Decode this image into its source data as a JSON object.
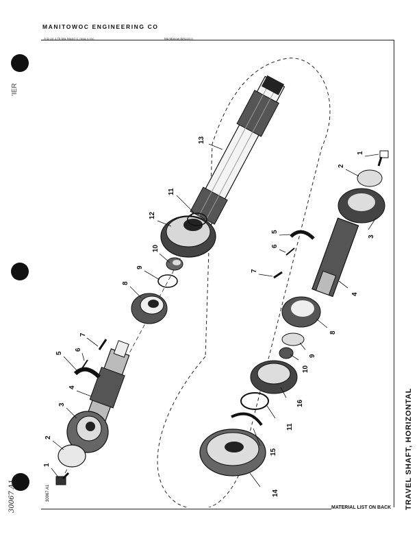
{
  "header": {
    "company": "MANITOWOC ENGINEERING CO",
    "subline_left": "A D   on  1 fh  Ma  Manit C  mpa  y  Inc",
    "subline_right": "Ma  Manow   Wiscon  n"
  },
  "title": "TRAVEL SHAFT, HORIZONTAL",
  "footer": {
    "material_note": "MATERIAL LIST ON BACK"
  },
  "plate_number": "30067 A1",
  "handwritten_number": "30067 A1",
  "margin_mark": "'IER",
  "part_labels": {
    "left_1": "1",
    "left_2": "2",
    "left_3": "3",
    "left_4": "4",
    "left_5": "5",
    "left_6": "6",
    "left_7": "7",
    "left_8": "8",
    "left_9": "9",
    "left_10": "10",
    "left_11": "11",
    "left_12": "12",
    "left_13": "13",
    "right_1": "1",
    "right_2": "2",
    "right_3": "3",
    "right_4": "4",
    "right_5": "5",
    "right_6": "6",
    "right_7": "7",
    "right_8": "8",
    "right_9": "9",
    "right_10": "10",
    "right_11": "11",
    "right_14": "14",
    "right_15": "15",
    "right_16": "16"
  }
}
